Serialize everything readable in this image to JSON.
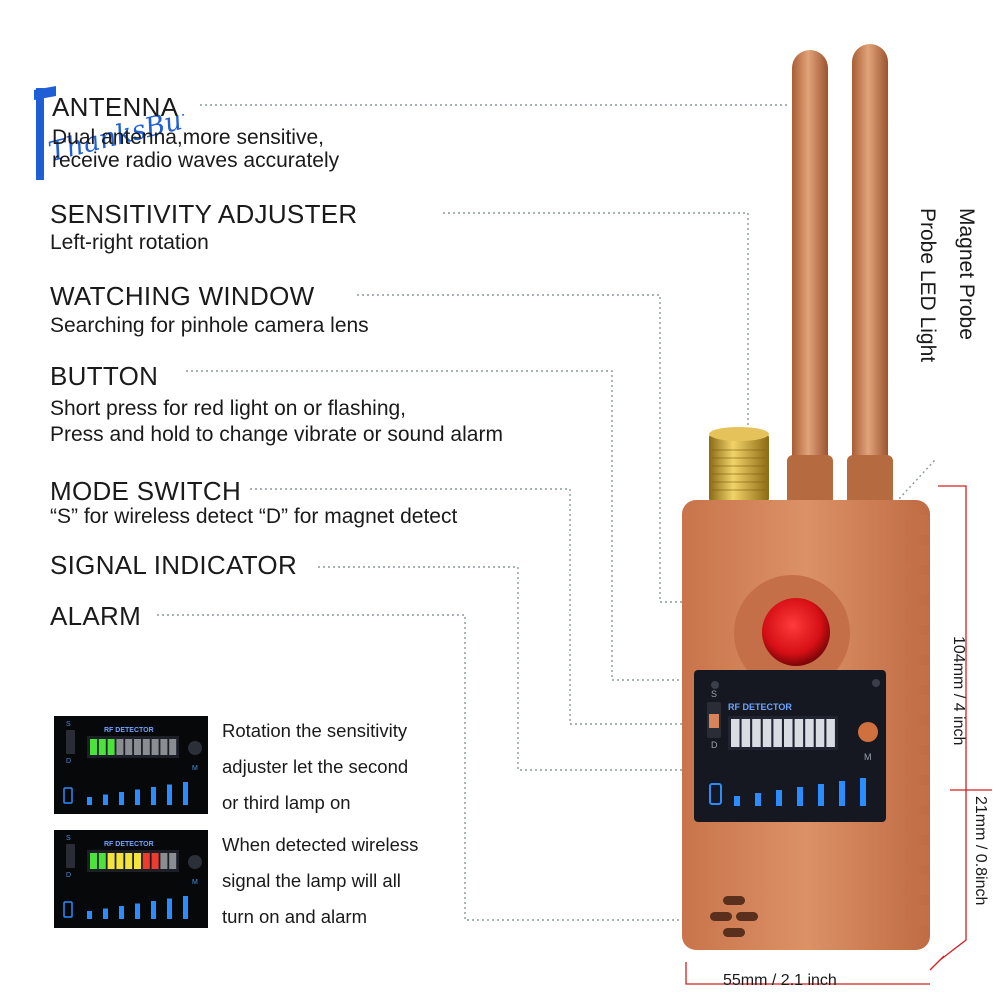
{
  "brand": {
    "logo_text": "ThanksBuyer"
  },
  "features": [
    {
      "title": "ANTENNA",
      "desc": [
        "Dual antenna,more sensitive,",
        "receive radio waves accurately"
      ]
    },
    {
      "title": "SENSITIVITY ADJUSTER",
      "desc": [
        "Left-right rotation"
      ]
    },
    {
      "title": "WATCHING WINDOW",
      "desc": [
        "Searching for pinhole camera lens"
      ]
    },
    {
      "title": "BUTTON",
      "desc": [
        "Short press for red light on or flashing,",
        "Press and hold to change vibrate or sound alarm"
      ]
    },
    {
      "title": "MODE SWITCH",
      "desc": [
        "“S” for wireless detect “D” for magnet detect"
      ]
    },
    {
      "title": "SIGNAL INDICATOR",
      "desc": []
    },
    {
      "title": "ALARM",
      "desc": []
    }
  ],
  "side_labels": {
    "magnet_probe": "Magnet Probe",
    "probe_led": "Probe LED Light"
  },
  "device": {
    "panel_label": "RF DETECTOR",
    "switch_s": "S",
    "switch_d": "D",
    "button_m": "M"
  },
  "examples": [
    {
      "lit_green": 3,
      "lit_yellow": 0,
      "lit_red": 0,
      "text": [
        "Rotation the sensitivity",
        "adjuster let the second",
        "or third lamp on"
      ]
    },
    {
      "lit_green": 2,
      "lit_yellow": 4,
      "lit_red": 2,
      "text": [
        "When detected wireless",
        "signal the lamp will all",
        "turn on and alarm"
      ]
    }
  ],
  "dimensions": {
    "height": "104mm / 4 inch",
    "depth": "21mm / 0.8inch",
    "width": "55mm / 2.1 inch"
  },
  "colors": {
    "body": "#d7845a",
    "antenna": "#c97a4c",
    "lens": "#e0141a",
    "panel": "#151820",
    "led_green": "#4be33a",
    "led_yellow": "#f2e43a",
    "led_red": "#ef3a2c",
    "bar_blue": "#2b8cff"
  }
}
